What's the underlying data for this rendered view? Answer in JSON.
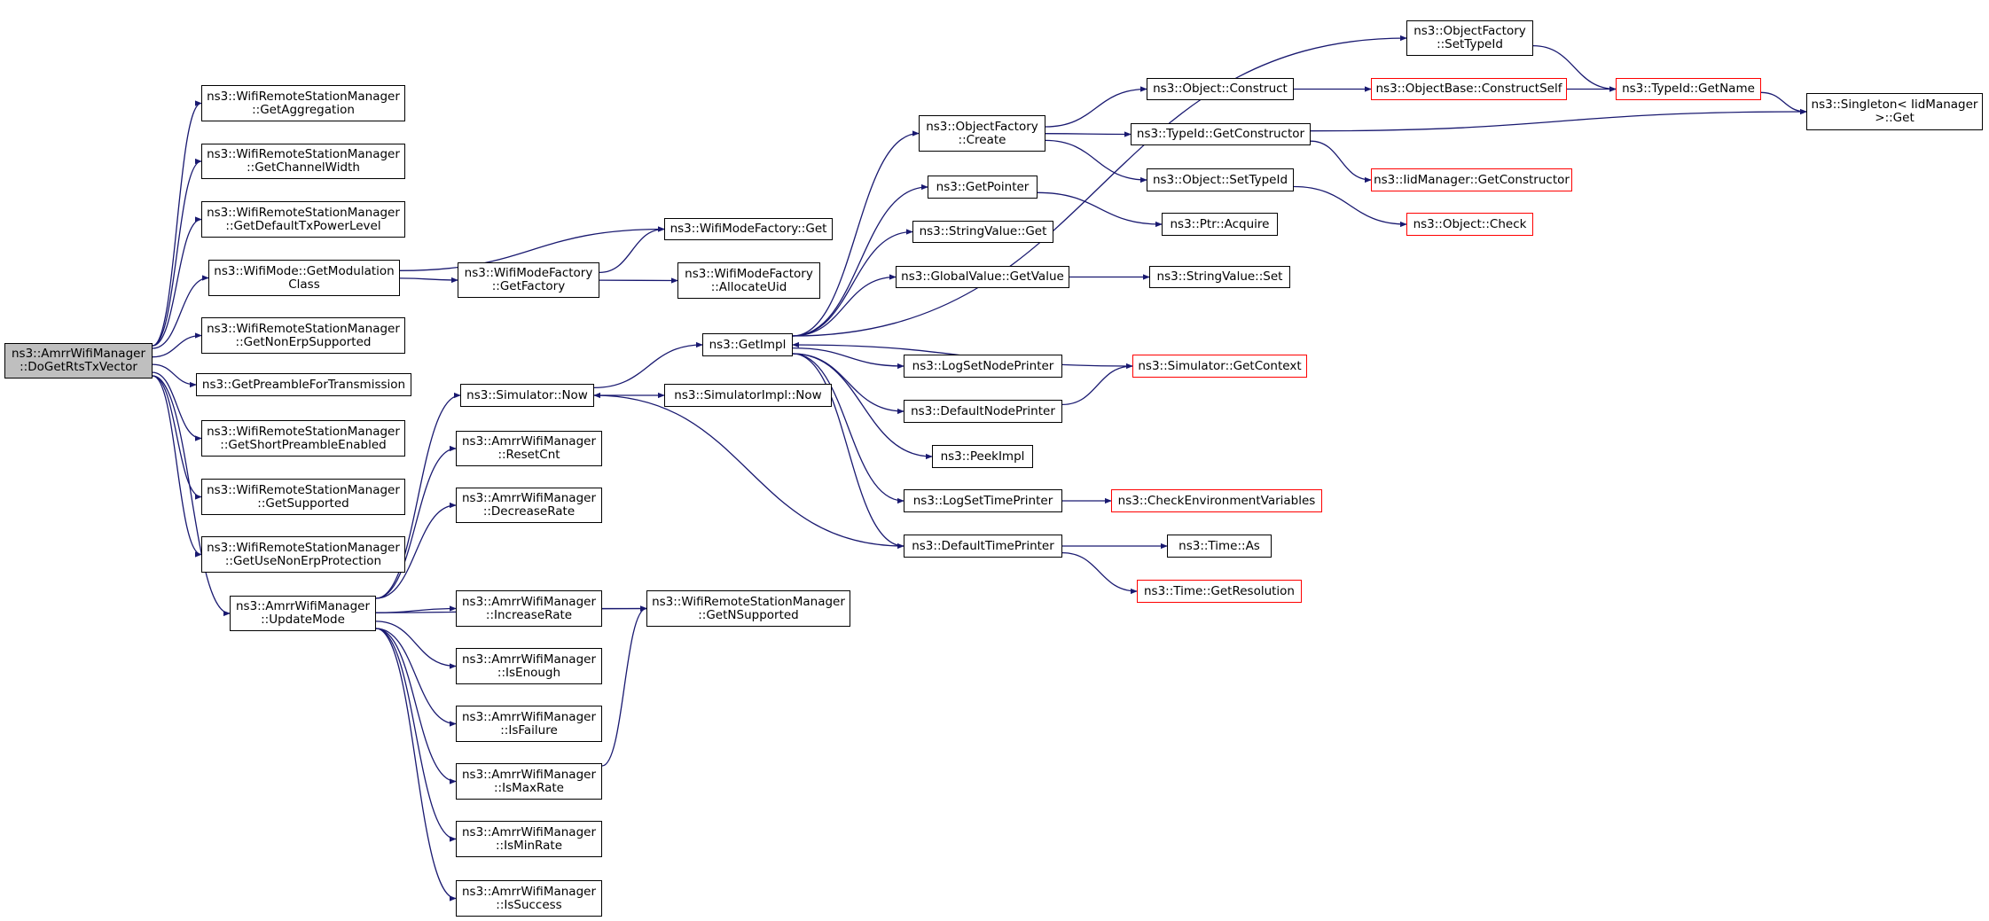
{
  "diagram": {
    "edge_color": "#191970",
    "truncated_border_color": "#ff0000",
    "root_fill": "#bfbfbf",
    "nodes": [
      {
        "id": "root",
        "lines": [
          "ns3::AmrrWifiManager",
          "::DoGetRtsTxVector"
        ],
        "style": "root"
      },
      {
        "id": "getAggregation",
        "lines": [
          "ns3::WifiRemoteStationManager",
          "::GetAggregation"
        ]
      },
      {
        "id": "getChannelWidth",
        "lines": [
          "ns3::WifiRemoteStationManager",
          "::GetChannelWidth"
        ]
      },
      {
        "id": "getDefaultTxPowerLevel",
        "lines": [
          "ns3::WifiRemoteStationManager",
          "::GetDefaultTxPowerLevel"
        ]
      },
      {
        "id": "getModulationClass",
        "lines": [
          "ns3::WifiMode::GetModulation",
          "Class"
        ]
      },
      {
        "id": "getNonErpSupported",
        "lines": [
          "ns3::WifiRemoteStationManager",
          "::GetNonErpSupported"
        ]
      },
      {
        "id": "getPreambleForTransmission",
        "lines": [
          "ns3::GetPreambleForTransmission"
        ]
      },
      {
        "id": "getShortPreambleEnabled",
        "lines": [
          "ns3::WifiRemoteStationManager",
          "::GetShortPreambleEnabled"
        ]
      },
      {
        "id": "getSupported",
        "lines": [
          "ns3::WifiRemoteStationManager",
          "::GetSupported"
        ]
      },
      {
        "id": "getUseNonErpProtection",
        "lines": [
          "ns3::WifiRemoteStationManager",
          "::GetUseNonErpProtection"
        ]
      },
      {
        "id": "updateMode",
        "lines": [
          "ns3::AmrrWifiManager",
          "::UpdateMode"
        ]
      },
      {
        "id": "wifiModeFactoryGet",
        "lines": [
          "ns3::WifiModeFactory::Get"
        ]
      },
      {
        "id": "wifiModeFactoryGetFactory",
        "lines": [
          "ns3::WifiModeFactory",
          "::GetFactory"
        ]
      },
      {
        "id": "allocateUid",
        "lines": [
          "ns3::WifiModeFactory",
          "::AllocateUid"
        ]
      },
      {
        "id": "simulatorNow",
        "lines": [
          "ns3::Simulator::Now"
        ]
      },
      {
        "id": "resetCnt",
        "lines": [
          "ns3::AmrrWifiManager",
          "::ResetCnt"
        ]
      },
      {
        "id": "decreaseRate",
        "lines": [
          "ns3::AmrrWifiManager",
          "::DecreaseRate"
        ]
      },
      {
        "id": "increaseRate",
        "lines": [
          "ns3::AmrrWifiManager",
          "::IncreaseRate"
        ]
      },
      {
        "id": "isEnough",
        "lines": [
          "ns3::AmrrWifiManager",
          "::IsEnough"
        ]
      },
      {
        "id": "isFailure",
        "lines": [
          "ns3::AmrrWifiManager",
          "::IsFailure"
        ]
      },
      {
        "id": "isMaxRate",
        "lines": [
          "ns3::AmrrWifiManager",
          "::IsMaxRate"
        ]
      },
      {
        "id": "isMinRate",
        "lines": [
          "ns3::AmrrWifiManager",
          "::IsMinRate"
        ]
      },
      {
        "id": "isSuccess",
        "lines": [
          "ns3::AmrrWifiManager",
          "::IsSuccess"
        ]
      },
      {
        "id": "getNSupported",
        "lines": [
          "ns3::WifiRemoteStationManager",
          "::GetNSupported"
        ]
      },
      {
        "id": "getImpl",
        "lines": [
          "ns3::GetImpl"
        ]
      },
      {
        "id": "simulatorImplNow",
        "lines": [
          "ns3::SimulatorImpl::Now"
        ]
      },
      {
        "id": "objectFactoryCreate",
        "lines": [
          "ns3::ObjectFactory",
          "::Create"
        ]
      },
      {
        "id": "getPointer",
        "lines": [
          "ns3::GetPointer"
        ]
      },
      {
        "id": "stringValueGet",
        "lines": [
          "ns3::StringValue::Get"
        ]
      },
      {
        "id": "globalValueGetValue",
        "lines": [
          "ns3::GlobalValue::GetValue"
        ]
      },
      {
        "id": "logSetNodePrinter",
        "lines": [
          "ns3::LogSetNodePrinter"
        ]
      },
      {
        "id": "defaultNodePrinter",
        "lines": [
          "ns3::DefaultNodePrinter"
        ]
      },
      {
        "id": "peekImpl",
        "lines": [
          "ns3::PeekImpl"
        ]
      },
      {
        "id": "logSetTimePrinter",
        "lines": [
          "ns3::LogSetTimePrinter"
        ]
      },
      {
        "id": "defaultTimePrinter",
        "lines": [
          "ns3::DefaultTimePrinter"
        ]
      },
      {
        "id": "objectFactorySetTypeId",
        "lines": [
          "ns3::ObjectFactory",
          "::SetTypeId"
        ]
      },
      {
        "id": "objectConstruct",
        "lines": [
          "ns3::Object::Construct"
        ]
      },
      {
        "id": "typeIdGetConstructor",
        "lines": [
          "ns3::TypeId::GetConstructor"
        ]
      },
      {
        "id": "objectSetTypeId",
        "lines": [
          "ns3::Object::SetTypeId"
        ]
      },
      {
        "id": "ptrAcquire",
        "lines": [
          "ns3::Ptr::Acquire"
        ]
      },
      {
        "id": "stringValueSet",
        "lines": [
          "ns3::StringValue::Set"
        ]
      },
      {
        "id": "simulatorGetContext",
        "lines": [
          "ns3::Simulator::GetContext"
        ],
        "style": "red"
      },
      {
        "id": "checkEnvironmentVariables",
        "lines": [
          "ns3::CheckEnvironmentVariables"
        ],
        "style": "red"
      },
      {
        "id": "timeAs",
        "lines": [
          "ns3::Time::As"
        ]
      },
      {
        "id": "timeGetResolution",
        "lines": [
          "ns3::Time::GetResolution"
        ],
        "style": "red"
      },
      {
        "id": "objectBaseConstructSelf",
        "lines": [
          "ns3::ObjectBase::ConstructSelf"
        ],
        "style": "red"
      },
      {
        "id": "iidManagerGetConstructor",
        "lines": [
          "ns3::IidManager::GetConstructor"
        ],
        "style": "red"
      },
      {
        "id": "objectCheck",
        "lines": [
          "ns3::Object::Check"
        ],
        "style": "red"
      },
      {
        "id": "typeIdGetName",
        "lines": [
          "ns3::TypeId::GetName"
        ],
        "style": "red"
      },
      {
        "id": "singletonGet",
        "lines": [
          "ns3::Singleton< IidManager",
          ">::Get"
        ]
      }
    ],
    "edges": [
      [
        "root",
        "getAggregation"
      ],
      [
        "root",
        "getChannelWidth"
      ],
      [
        "root",
        "getDefaultTxPowerLevel"
      ],
      [
        "root",
        "getModulationClass"
      ],
      [
        "root",
        "getNonErpSupported"
      ],
      [
        "root",
        "getPreambleForTransmission"
      ],
      [
        "root",
        "getShortPreambleEnabled"
      ],
      [
        "root",
        "getSupported"
      ],
      [
        "root",
        "getUseNonErpProtection"
      ],
      [
        "root",
        "updateMode"
      ],
      [
        "getModulationClass",
        "wifiModeFactoryGet"
      ],
      [
        "getModulationClass",
        "wifiModeFactoryGetFactory"
      ],
      [
        "wifiModeFactoryGetFactory",
        "wifiModeFactoryGet"
      ],
      [
        "wifiModeFactoryGetFactory",
        "allocateUid"
      ],
      [
        "updateMode",
        "simulatorNow"
      ],
      [
        "updateMode",
        "resetCnt"
      ],
      [
        "updateMode",
        "decreaseRate"
      ],
      [
        "updateMode",
        "getNSupported"
      ],
      [
        "updateMode",
        "increaseRate"
      ],
      [
        "updateMode",
        "isEnough"
      ],
      [
        "updateMode",
        "isFailure"
      ],
      [
        "updateMode",
        "isMaxRate"
      ],
      [
        "updateMode",
        "isMinRate"
      ],
      [
        "updateMode",
        "isSuccess"
      ],
      [
        "increaseRate",
        "getNSupported"
      ],
      [
        "isMaxRate",
        "getNSupported"
      ],
      [
        "simulatorNow",
        "getImpl"
      ],
      [
        "simulatorNow",
        "simulatorImplNow"
      ],
      [
        "getImpl",
        "objectFactorySetTypeId"
      ],
      [
        "getImpl",
        "objectFactoryCreate"
      ],
      [
        "getImpl",
        "getPointer"
      ],
      [
        "getImpl",
        "stringValueGet"
      ],
      [
        "getImpl",
        "globalValueGetValue"
      ],
      [
        "getImpl",
        "logSetNodePrinter"
      ],
      [
        "getImpl",
        "defaultNodePrinter"
      ],
      [
        "getImpl",
        "peekImpl"
      ],
      [
        "getImpl",
        "logSetTimePrinter"
      ],
      [
        "getImpl",
        "defaultTimePrinter"
      ],
      [
        "simulatorGetContext",
        "getImpl"
      ],
      [
        "defaultTimePrinter",
        "simulatorNow"
      ],
      [
        "objectFactoryCreate",
        "objectConstruct"
      ],
      [
        "objectFactoryCreate",
        "typeIdGetConstructor"
      ],
      [
        "objectFactoryCreate",
        "objectSetTypeId"
      ],
      [
        "getPointer",
        "ptrAcquire"
      ],
      [
        "globalValueGetValue",
        "stringValueSet"
      ],
      [
        "defaultNodePrinter",
        "simulatorGetContext"
      ],
      [
        "logSetTimePrinter",
        "checkEnvironmentVariables"
      ],
      [
        "defaultTimePrinter",
        "timeAs"
      ],
      [
        "defaultTimePrinter",
        "timeGetResolution"
      ],
      [
        "objectFactorySetTypeId",
        "typeIdGetName"
      ],
      [
        "objectConstruct",
        "objectBaseConstructSelf"
      ],
      [
        "objectBaseConstructSelf",
        "typeIdGetName"
      ],
      [
        "typeIdGetConstructor",
        "iidManagerGetConstructor"
      ],
      [
        "typeIdGetConstructor",
        "singletonGet"
      ],
      [
        "objectSetTypeId",
        "objectCheck"
      ],
      [
        "typeIdGetName",
        "singletonGet"
      ]
    ]
  }
}
